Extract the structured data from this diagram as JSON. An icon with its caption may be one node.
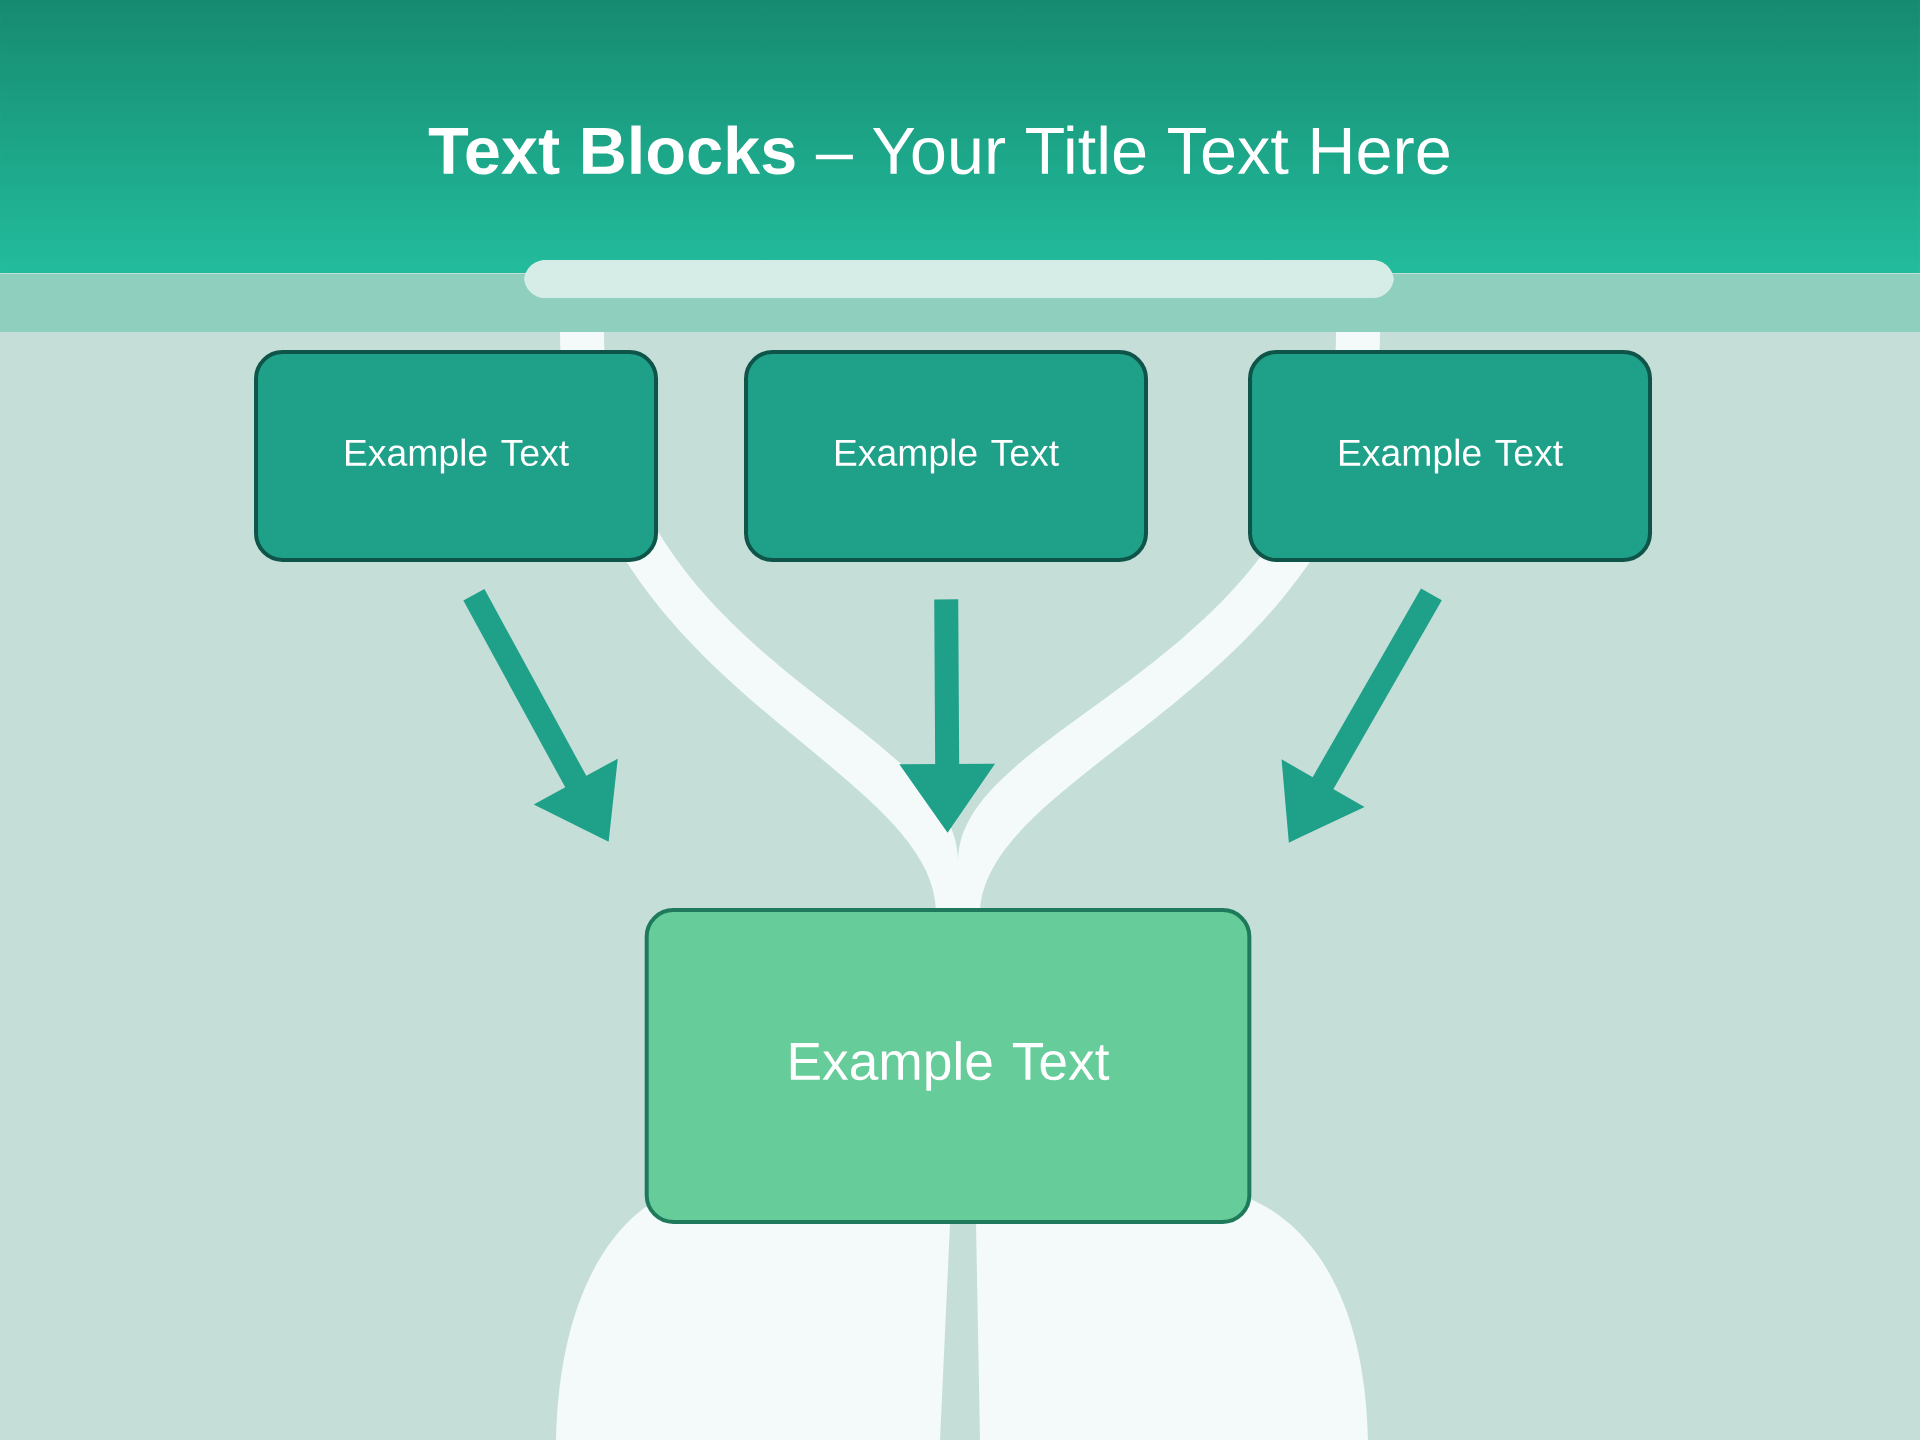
{
  "diagram": {
    "title": "**Text Blocks** – Your Title Text Here",
    "nodes": [
      {
        "text": [
          "Example Text"
        ]
      },
      {
        "text": [
          "Example Text"
        ]
      },
      {
        "text": [
          "Example Text"
        ]
      },
      {
        "text": [
          "Example Text"
        ]
      }
    ],
    "edges": [
      {
        "from": 0,
        "to": 3,
        "arrow": "to"
      },
      {
        "from": 1,
        "to": 3,
        "arrow": "to"
      },
      {
        "from": 2,
        "to": 3,
        "arrow": "to"
      }
    ]
  }
}
